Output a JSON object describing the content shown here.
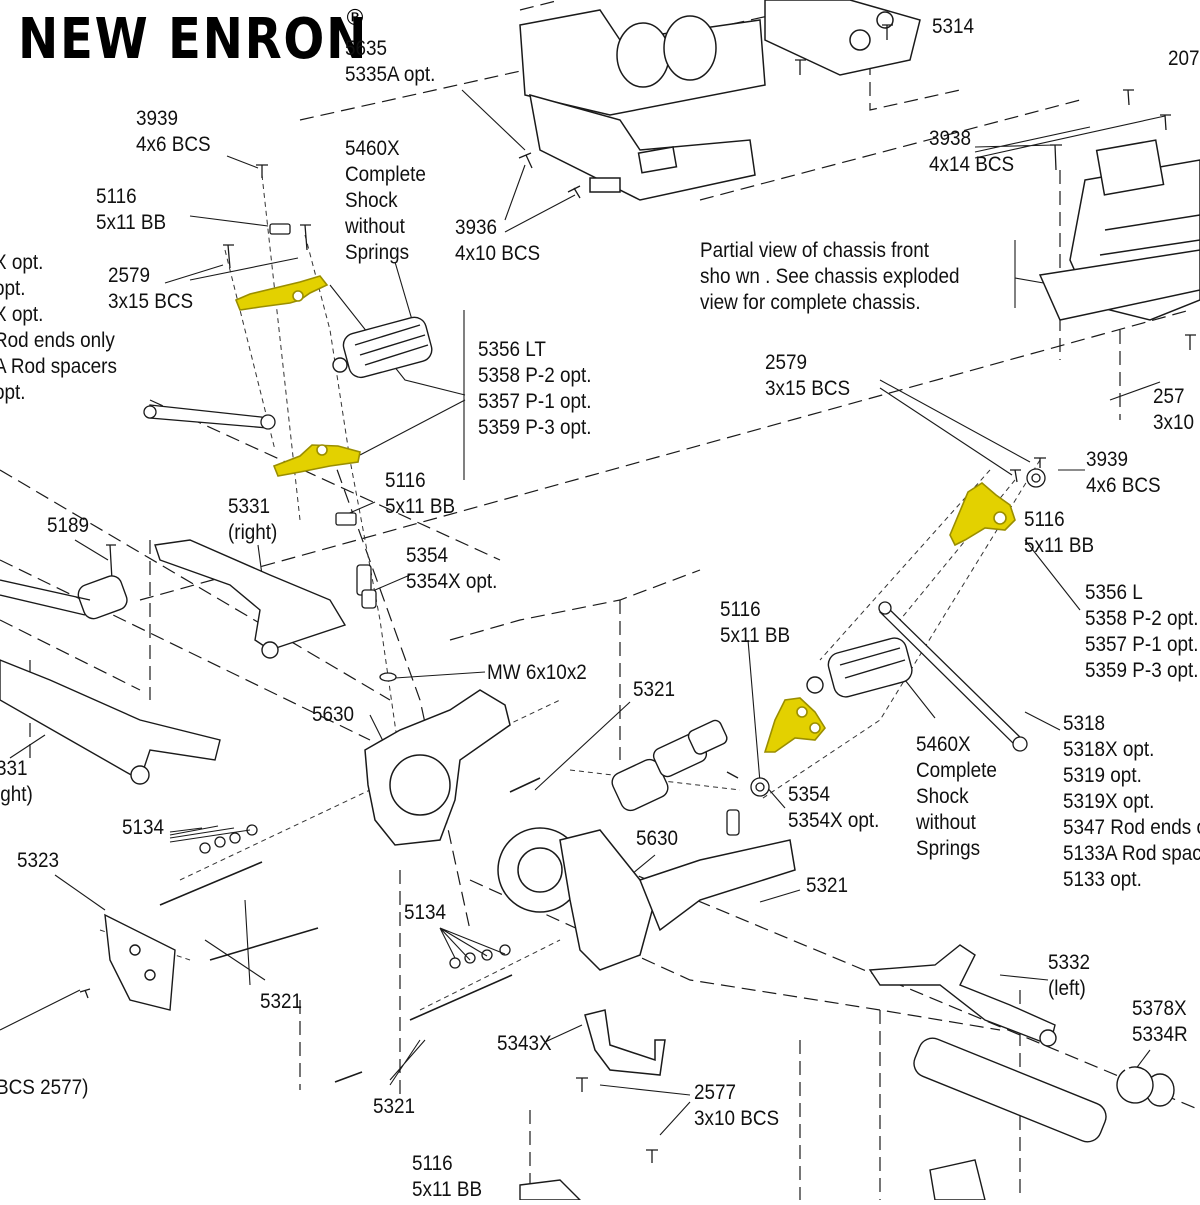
{
  "brand": {
    "name": "NEW ENRON",
    "mark": "®"
  },
  "colors": {
    "highlight": "#e3d100",
    "highlight_stroke": "#9a8e00",
    "line": "#1a1a1a",
    "leader_dash": "#333333"
  },
  "labels": [
    {
      "id": "l5635",
      "lines": [
        "5635",
        "5335A opt."
      ]
    },
    {
      "id": "l5314",
      "lines": [
        "5314"
      ]
    },
    {
      "id": "l207",
      "lines": [
        "207"
      ]
    },
    {
      "id": "l3939a",
      "lines": [
        "3939",
        "4x6 BCS"
      ]
    },
    {
      "id": "l5460a",
      "lines": [
        "5460X",
        "Complete",
        "Shock",
        "without",
        "Springs"
      ]
    },
    {
      "id": "l3938",
      "lines": [
        "3938",
        "4x14 BCS"
      ]
    },
    {
      "id": "l5116a",
      "lines": [
        "5116",
        "5x11 BB"
      ]
    },
    {
      "id": "l3936",
      "lines": [
        "3936",
        "4x10 BCS"
      ]
    },
    {
      "id": "lnote",
      "lines": [
        "Partial view of chassis front",
        "sho wn . See chassis exploded",
        "view for complete chassis."
      ]
    },
    {
      "id": "lleft",
      "lines": [
        "X opt.",
        "opt.",
        "X opt.",
        "Rod ends only",
        "A Rod spacers",
        "opt."
      ]
    },
    {
      "id": "l2579a",
      "lines": [
        "2579",
        "3x15 BCS"
      ]
    },
    {
      "id": "l5356lt",
      "lines": [
        "5356    LT",
        "5358 P-2 opt.",
        "5357 P-1 opt.",
        "5359 P-3 opt."
      ]
    },
    {
      "id": "l2579b",
      "lines": [
        "2579",
        "3x15 BCS"
      ]
    },
    {
      "id": "l257",
      "lines": [
        "257",
        "3x10"
      ]
    },
    {
      "id": "l3939b",
      "lines": [
        "3939",
        "4x6 BCS"
      ]
    },
    {
      "id": "l5116b",
      "lines": [
        "5116",
        "5x11 BB"
      ]
    },
    {
      "id": "l5331r",
      "lines": [
        "5331",
        "(right)"
      ]
    },
    {
      "id": "l5116c",
      "lines": [
        "5116",
        "5x11 BB"
      ]
    },
    {
      "id": "l5189",
      "lines": [
        "5189"
      ]
    },
    {
      "id": "l5354a",
      "lines": [
        "5354",
        "5354X opt."
      ]
    },
    {
      "id": "l5356l",
      "lines": [
        "5356    L",
        "5358 P-2 opt.",
        "5357 P-1 opt.",
        "5359 P-3 opt."
      ]
    },
    {
      "id": "l5116d",
      "lines": [
        "5116",
        "5x11 BB"
      ]
    },
    {
      "id": "lmw",
      "lines": [
        "MW 6x10x2"
      ]
    },
    {
      "id": "l5321a",
      "lines": [
        "5321"
      ]
    },
    {
      "id": "l5630a",
      "lines": [
        "5630"
      ]
    },
    {
      "id": "l5318",
      "lines": [
        "5318",
        "5318X opt.",
        "5319 opt.",
        "5319X opt.",
        "5347 Rod ends only",
        "5133A Rod spacers",
        "5133 opt."
      ]
    },
    {
      "id": "l5460b",
      "lines": [
        "5460X",
        "Complete",
        "Shock",
        "without",
        "Springs"
      ]
    },
    {
      "id": "l331",
      "lines": [
        "331",
        "ight)"
      ]
    },
    {
      "id": "l5354b",
      "lines": [
        "5354",
        "5354X opt."
      ]
    },
    {
      "id": "l5134a",
      "lines": [
        "5134"
      ]
    },
    {
      "id": "l5630b",
      "lines": [
        "5630"
      ]
    },
    {
      "id": "l5323",
      "lines": [
        "5323"
      ]
    },
    {
      "id": "l5321b",
      "lines": [
        "5321"
      ]
    },
    {
      "id": "l5134b",
      "lines": [
        "5134"
      ]
    },
    {
      "id": "l5332",
      "lines": [
        "5332",
        "(left)"
      ]
    },
    {
      "id": "l5321c",
      "lines": [
        "5321"
      ]
    },
    {
      "id": "l5378",
      "lines": [
        "5378X",
        "5334R"
      ]
    },
    {
      "id": "l5343",
      "lines": [
        "5343X"
      ]
    },
    {
      "id": "lbcs",
      "lines": [
        "BCS 2577)"
      ]
    },
    {
      "id": "l2577",
      "lines": [
        "2577",
        "3x10 BCS"
      ]
    },
    {
      "id": "l5321d",
      "lines": [
        "5321"
      ]
    },
    {
      "id": "l5116e",
      "lines": [
        "5116",
        "5x11 BB"
      ]
    }
  ]
}
